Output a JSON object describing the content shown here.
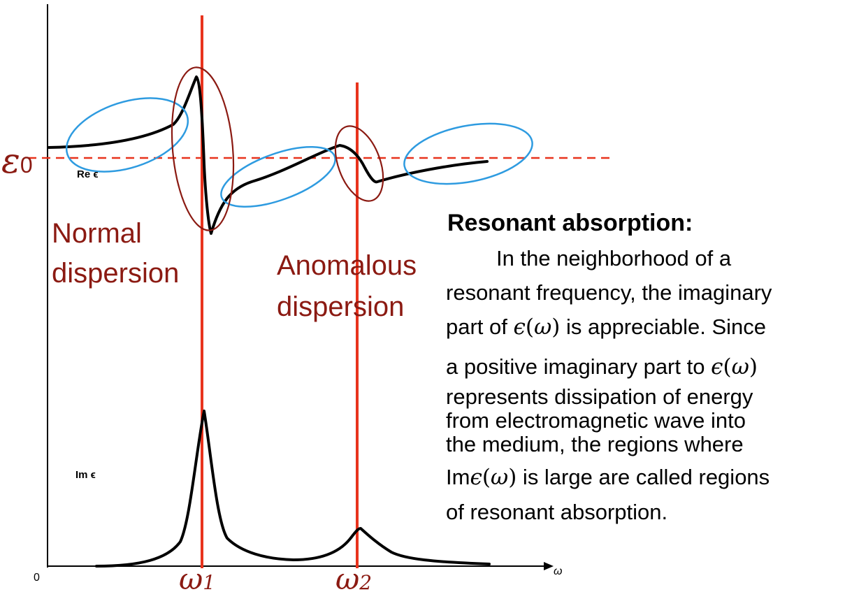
{
  "diagram": {
    "re_label": "Re ϵ",
    "im_label": "Im ϵ",
    "origin_label": "0",
    "x_axis_label": "ω",
    "epsilon0": {
      "symbol": "ε",
      "sub": "0"
    },
    "omega1": {
      "symbol": "ω",
      "sub": "1"
    },
    "omega2": {
      "symbol": "ω",
      "sub": "2"
    },
    "normal_dispersion": [
      "Normal",
      "dispersion"
    ],
    "anomalous_dispersion": [
      "Anomalous",
      "dispersion"
    ],
    "colors": {
      "resonance_lines": "#e8331d",
      "normal_ellipses": "#2e9be0",
      "anomalous_ellipses": "#8b1a12",
      "labels": "#8b1a12",
      "curves": "#000000"
    }
  },
  "text": {
    "title": "Resonant absorption:",
    "line1": "In the neighborhood of a",
    "line2": "resonant frequency, the imaginary",
    "line3_a": "part of ",
    "line3_b": " is appreciable. Since",
    "line4_a": "a positive imaginary part to ",
    "line5": "represents dissipation of energy",
    "line6": "from electromagnetic wave into",
    "line7": "the medium, the regions where",
    "line8_a": "Im",
    "line8_b": " is large are called regions",
    "line9": "of resonant absorption.",
    "eps": "ϵ",
    "omega": "ω",
    "open_paren": "(",
    "close_paren": ")"
  }
}
